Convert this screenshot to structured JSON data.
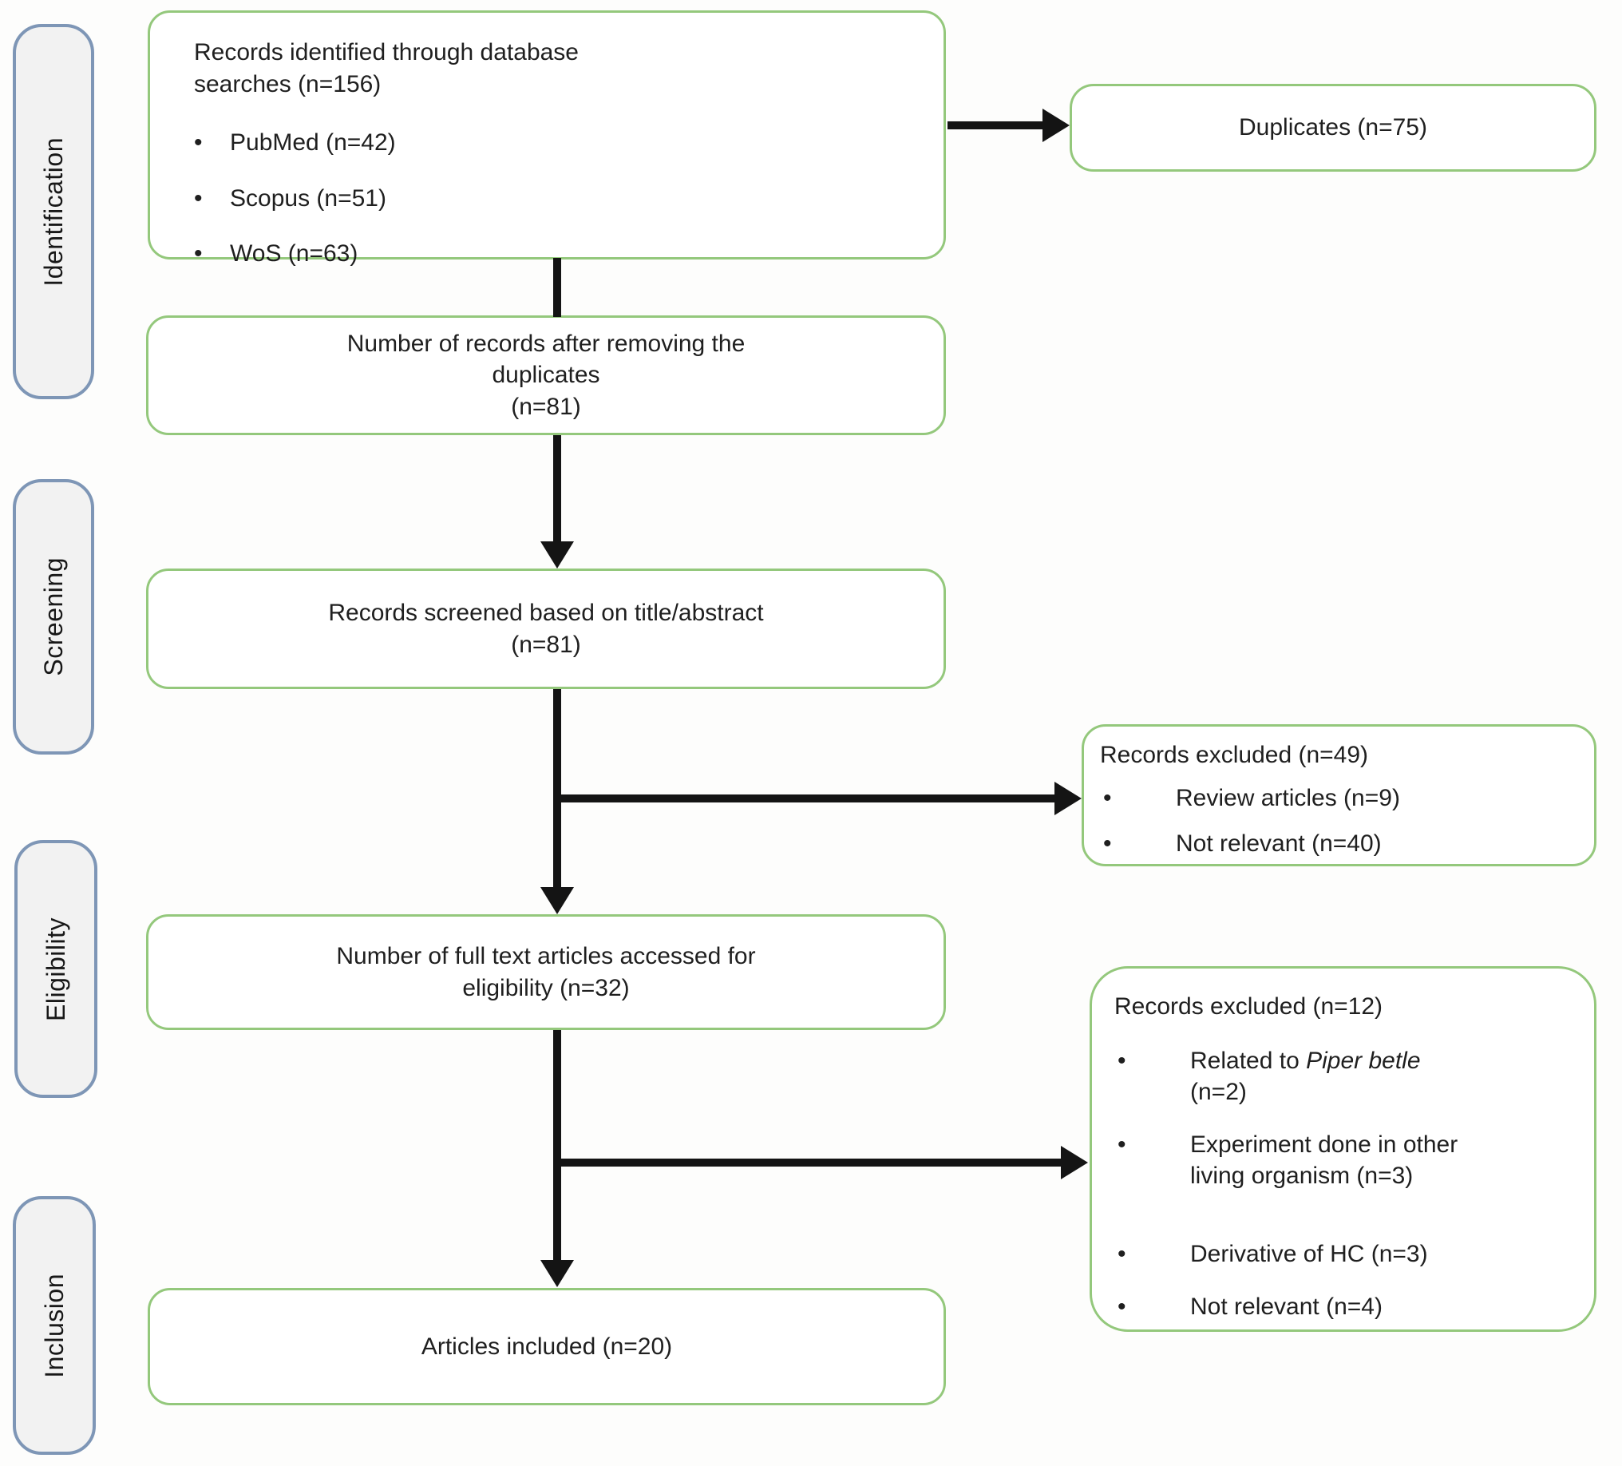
{
  "palette": {
    "box_border": "#94c87c",
    "label_border": "#7e96b6",
    "label_fill": "#f2f2f2",
    "arrow": "#141414",
    "text": "#1f1f1f"
  },
  "stages": [
    {
      "label": "Identification"
    },
    {
      "label": "Screening"
    },
    {
      "label": "Eligibility"
    },
    {
      "label": "Inclusion"
    }
  ],
  "boxes": {
    "identified": {
      "title_lines": [
        "Records identified through database",
        "searches (n=156)"
      ],
      "bullets": [
        {
          "segments": [
            {
              "text": "PubMed (n=42)"
            }
          ]
        },
        {
          "segments": [
            {
              "text": "Scopus (n=51)"
            }
          ]
        },
        {
          "segments": [
            {
              "text": "WoS (n=63)"
            }
          ]
        }
      ]
    },
    "duplicates": {
      "text": "Duplicates (n=75)"
    },
    "after_duplicates": {
      "lines": [
        "Number of records after removing the",
        "duplicates",
        "(n=81)"
      ]
    },
    "screened": {
      "lines": [
        "Records screened based on title/abstract",
        "(n=81)"
      ]
    },
    "excluded_screening": {
      "title": "Records excluded (n=49)",
      "bullets": [
        {
          "segments": [
            {
              "text": "Review articles (n=9)"
            }
          ]
        },
        {
          "segments": [
            {
              "text": "Not relevant (n=40)"
            }
          ]
        }
      ]
    },
    "full_text": {
      "lines": [
        "Number of full text articles accessed for",
        "eligibility (n=32)"
      ]
    },
    "excluded_eligibility": {
      "title": "Records excluded (n=12)",
      "bullets": [
        {
          "segments": [
            {
              "text": "Related to "
            },
            {
              "text": "Piper betle",
              "italic": true
            },
            {
              "text": " (n=2)"
            }
          ]
        },
        {
          "segments": [
            {
              "text": "Experiment done in other living organism (n=3)"
            }
          ]
        },
        {
          "segments": [
            {
              "text": "Derivative of HC (n=3)"
            }
          ]
        },
        {
          "segments": [
            {
              "text": "Not relevant (n=4)"
            }
          ]
        }
      ]
    },
    "included": {
      "text": "Articles included (n=20)"
    }
  },
  "bullet_glyph": "•"
}
